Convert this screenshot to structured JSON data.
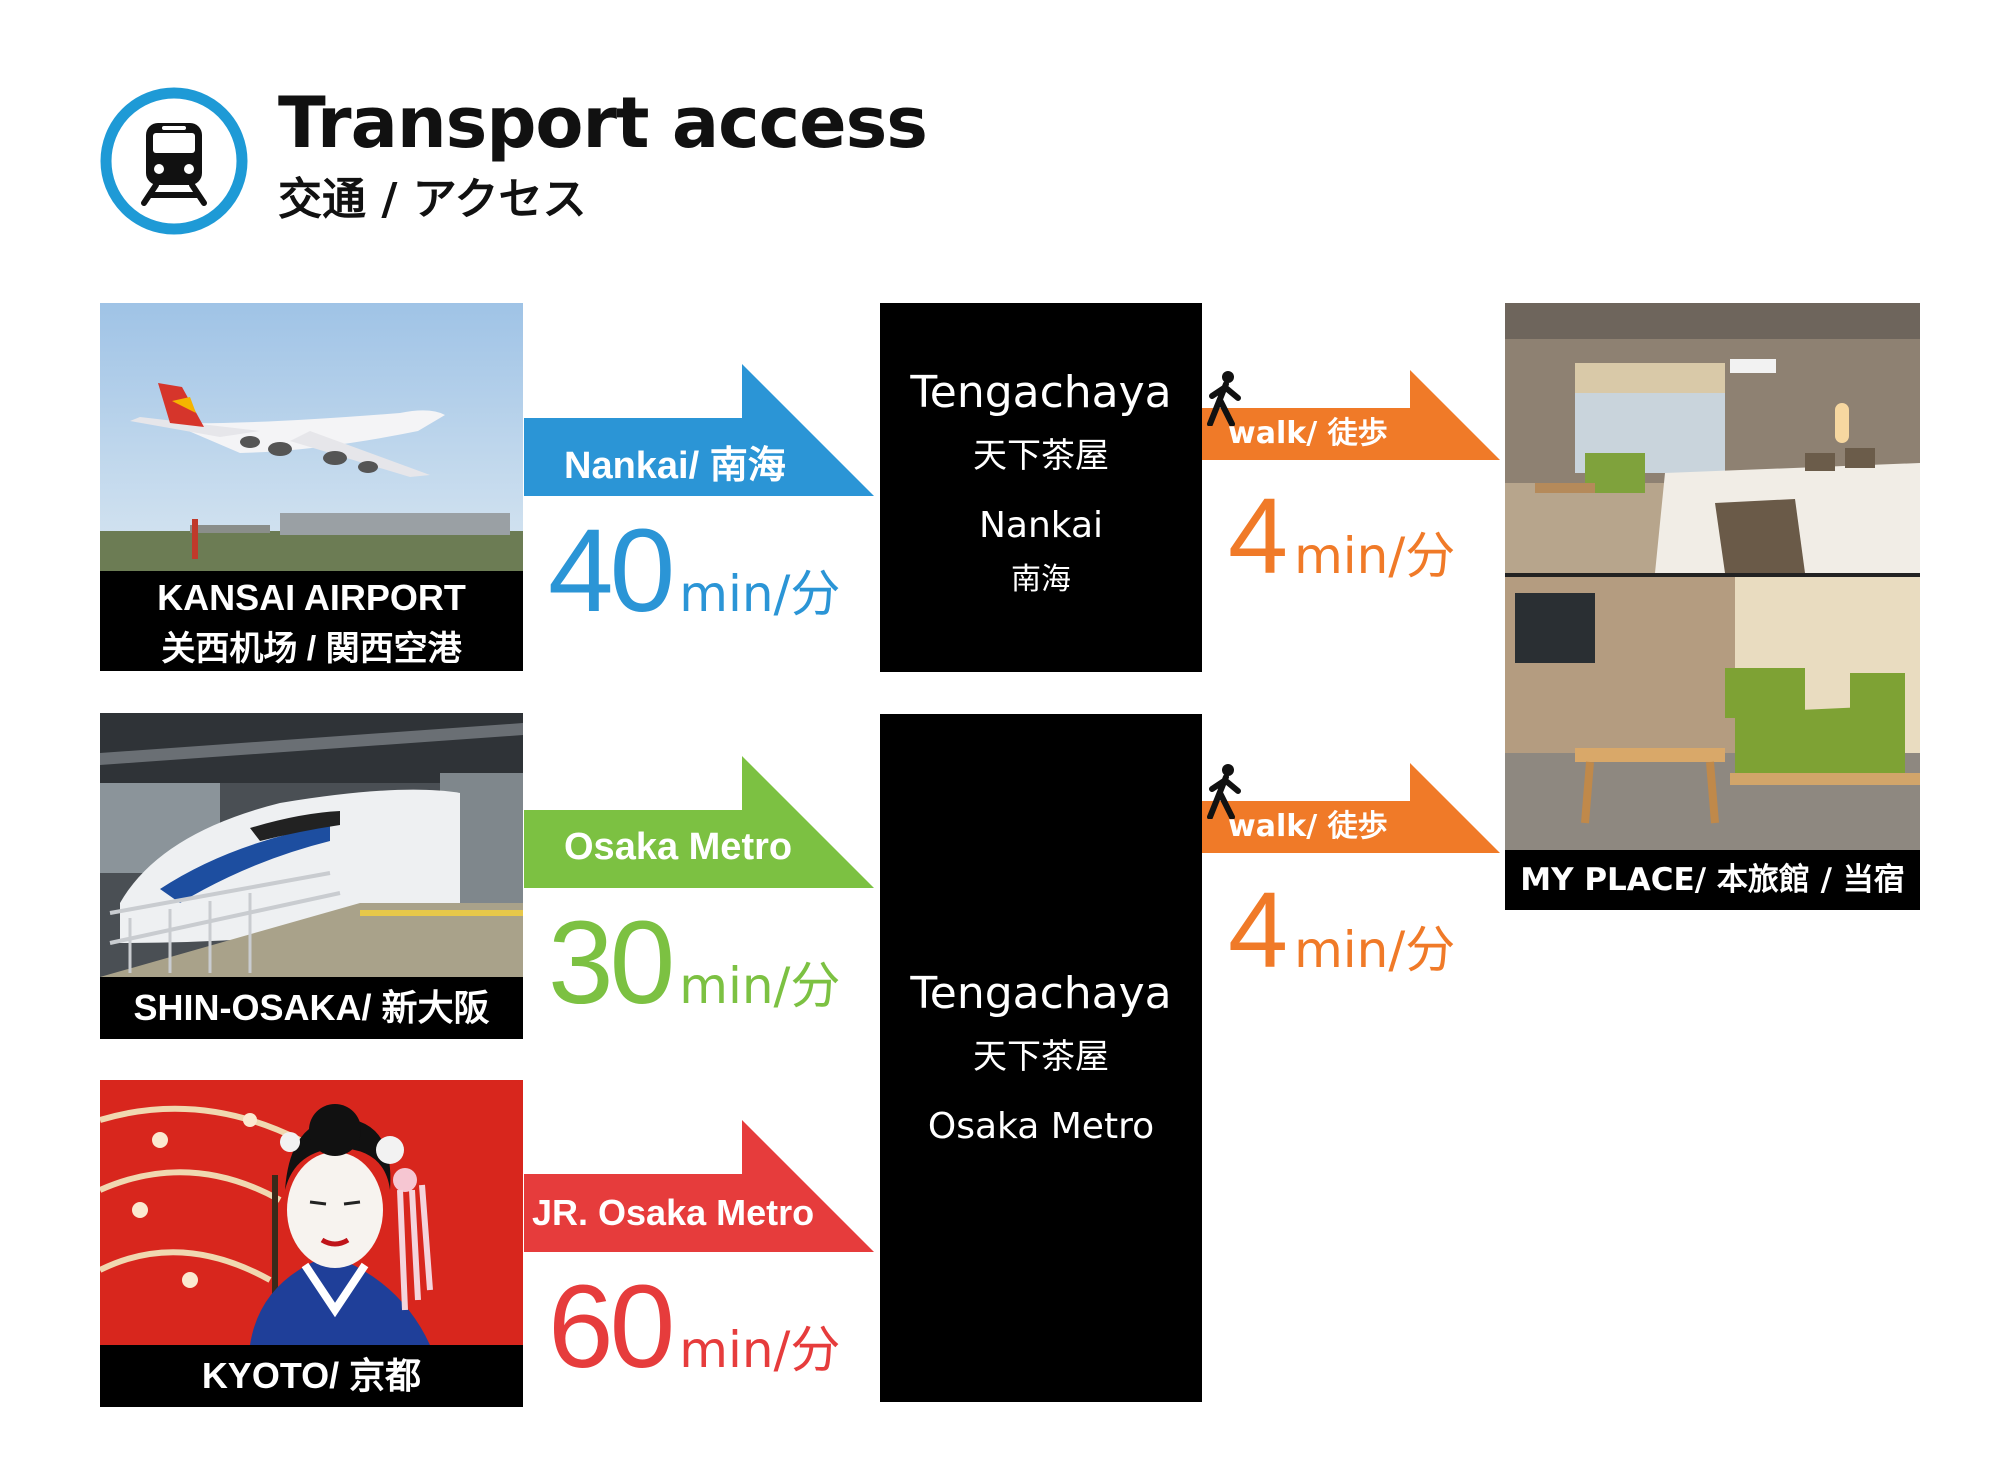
{
  "header": {
    "title": "Transport access",
    "subtitle": "交通 / アクセス",
    "icon": "train-icon",
    "accent": "#1e9ad6"
  },
  "origins": [
    {
      "name": "KANSAI AIRPORT",
      "name_jp": "关西机场 / 関西空港",
      "photo": "airplane-photo"
    },
    {
      "name": "SHIN-OSAKA/ 新大阪",
      "photo": "shinkansen-photo"
    },
    {
      "name": "KYOTO/ 京都",
      "photo": "geisha-photo"
    }
  ],
  "routes": [
    {
      "line": "Nankai/ 南海",
      "minutes": "40",
      "unit": "min/分",
      "color": "#2b95d6"
    },
    {
      "line": "Osaka Metro",
      "minutes": "30",
      "unit": "min/分",
      "color": "#7cc142"
    },
    {
      "line": "JR. Osaka Metro",
      "minutes": "60",
      "unit": "min/分",
      "color": "#e63c3c"
    }
  ],
  "stations": [
    {
      "name": "Tengachaya",
      "name_jp": "天下茶屋",
      "line": "Nankai",
      "line_jp": "南海"
    },
    {
      "name": "Tengachaya",
      "name_jp": "天下茶屋",
      "line": "Osaka Metro"
    }
  ],
  "walks": [
    {
      "label": "walk/ 徒歩",
      "minutes": "4",
      "unit": "min/分",
      "color": "#f07a28"
    },
    {
      "label": "walk/ 徒歩",
      "minutes": "4",
      "unit": "min/分",
      "color": "#f07a28"
    }
  ],
  "destination": {
    "name": "MY PLACE/ 本旅館 / 当宿",
    "photo": "hotel-room-photo"
  }
}
